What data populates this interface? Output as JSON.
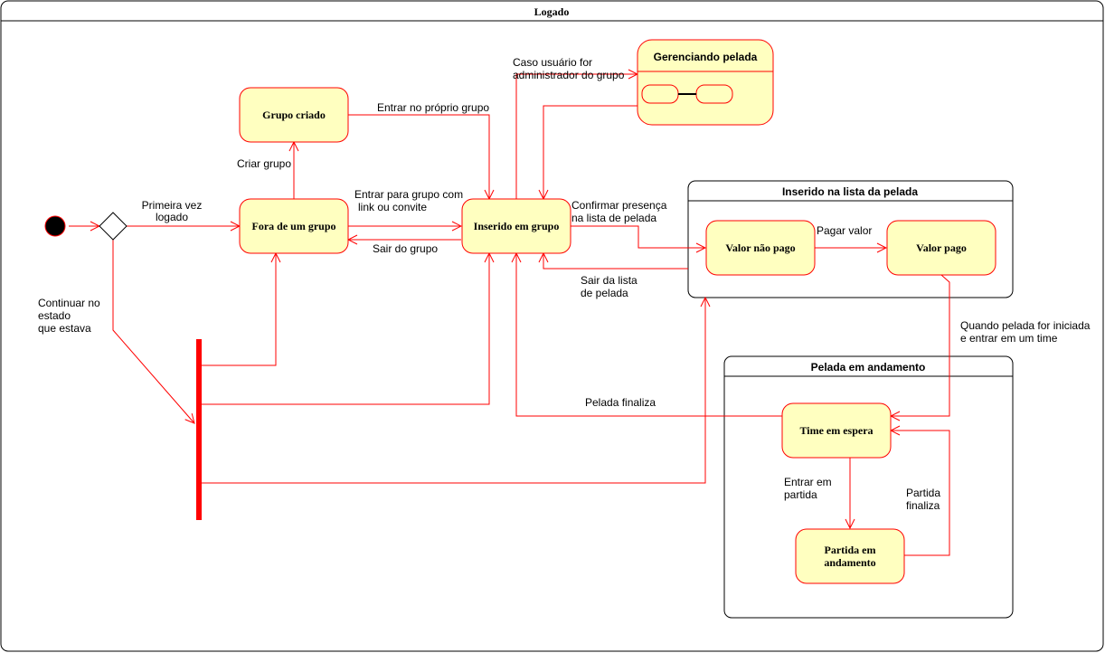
{
  "diagram": {
    "outer_title": "Logado",
    "states": {
      "grupo_criado": "Grupo criado",
      "fora_grupo": "Fora de um grupo",
      "inserido_grupo": "Inserido em grupo",
      "gerenciando": "Gerenciando pelada",
      "valor_nao_pago": "Valor não pago",
      "valor_pago": "Valor pago",
      "time_espera": "Time em espera",
      "partida_andamento_1": "Partida em",
      "partida_andamento_2": "andamento"
    },
    "composites": {
      "lista_pelada": "Inserido na lista da pelada",
      "pelada_andamento": "Pelada em andamento"
    },
    "labels": {
      "primeira_vez_1": "Primeira vez",
      "primeira_vez_2": "logado",
      "continuar_1": "Continuar no",
      "continuar_2": "estado",
      "continuar_3": "que estava",
      "criar_grupo": "Criar grupo",
      "entrar_proprio": "Entrar no próprio grupo",
      "entrar_link_1": "Entrar para grupo com",
      "entrar_link_2": "link ou convite",
      "sair_grupo": "Sair do grupo",
      "caso_admin_1": "Caso usuário for",
      "caso_admin_2": "administrador do grupo",
      "confirmar_1": "Confirmar presença",
      "confirmar_2": "na lista de pelada",
      "pagar_valor": "Pagar valor",
      "sair_lista_1": "Sair da lista",
      "sair_lista_2": "de pelada",
      "quando_1": "Quando pelada for iniciada",
      "quando_2": "e entrar em um time",
      "pelada_finaliza": "Pelada finaliza",
      "entrar_partida_1": "Entrar em",
      "entrar_partida_2": "partida",
      "partida_finalizada_1": "Partida",
      "partida_finalizada_2": "finaliza"
    }
  }
}
